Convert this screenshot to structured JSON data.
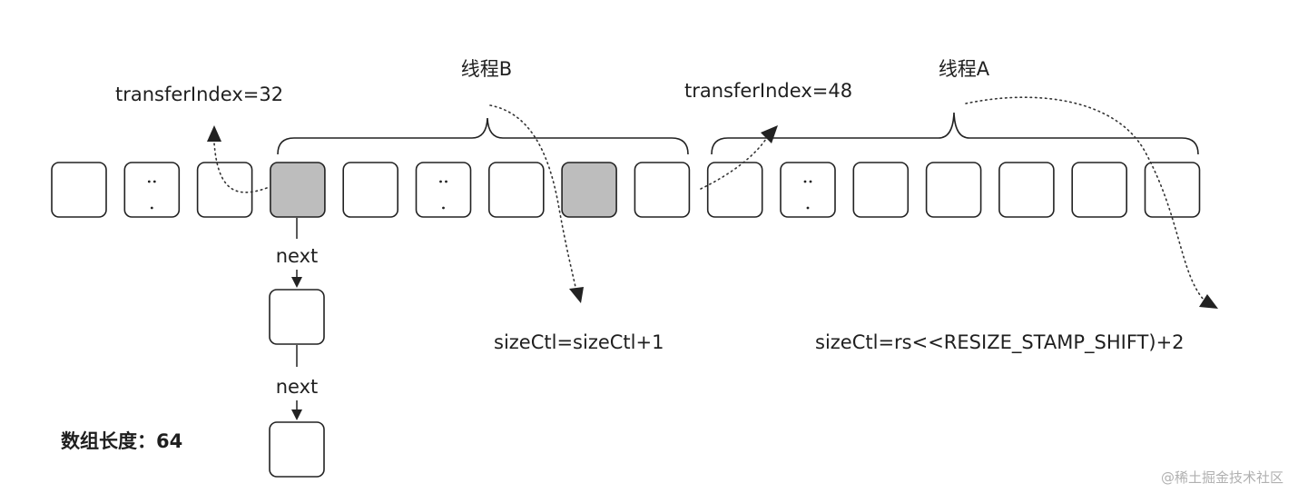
{
  "labels": {
    "thread_b": "线程B",
    "thread_a": "线程A",
    "transfer_index_b": "transferIndex=32",
    "transfer_index_a": "transferIndex=48",
    "next_1": "next",
    "next_2": "next",
    "sizectl_b": "sizeCtl=sizeCtl+1",
    "sizectl_a": "sizeCtl=rs<<RESIZE_STAMP_SHIFT)+2",
    "array_length": "数组长度：64",
    "watermark": "@稀土掘金技术社区"
  },
  "colors": {
    "cell_fill": "#ffffff",
    "cell_processed_fill": "#bdbdbd",
    "stroke": "#222222"
  },
  "array": {
    "cells": [
      {
        "state": "empty"
      },
      {
        "state": "ellipsis"
      },
      {
        "state": "empty"
      },
      {
        "state": "processed"
      },
      {
        "state": "empty"
      },
      {
        "state": "ellipsis"
      },
      {
        "state": "empty"
      },
      {
        "state": "processed"
      },
      {
        "state": "empty"
      },
      {
        "state": "empty"
      },
      {
        "state": "ellipsis"
      },
      {
        "state": "empty"
      },
      {
        "state": "empty"
      },
      {
        "state": "empty"
      },
      {
        "state": "empty"
      },
      {
        "state": "empty"
      }
    ]
  }
}
